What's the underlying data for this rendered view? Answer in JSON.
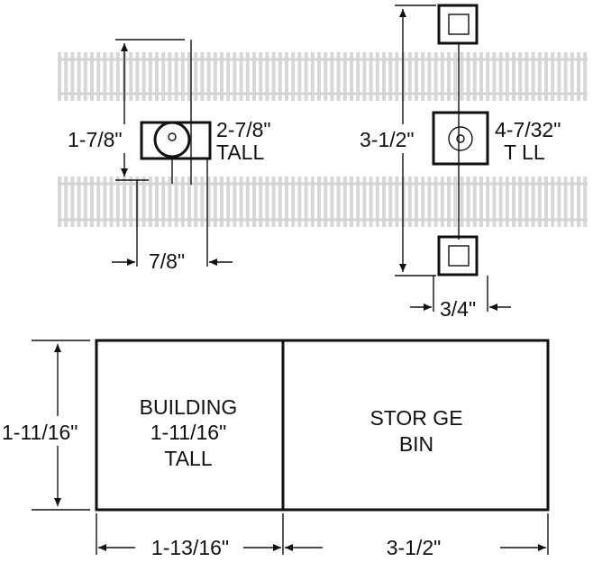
{
  "colors": {
    "ink": "#111111",
    "track": "#d4d4d4"
  },
  "signal": {
    "height_dim": "1-7/8\"",
    "tall_value": "2-7/8\"",
    "tall_word": "TALL",
    "width_dim": "7/8\""
  },
  "bridge": {
    "height_dim": "3-1/2\"",
    "tall_value": "4-7/32\"",
    "tall_word": "T  LL",
    "width_dim": "3/4\""
  },
  "building": {
    "height_dim": "1-11/16\"",
    "left_line1": "BUILDING",
    "left_line2": "1-11/16\"",
    "left_line3": "TALL",
    "right_line1": "STOR  GE",
    "right_line2": "BIN",
    "width_left": "1-13/16\"",
    "width_right": "3-1/2\""
  }
}
